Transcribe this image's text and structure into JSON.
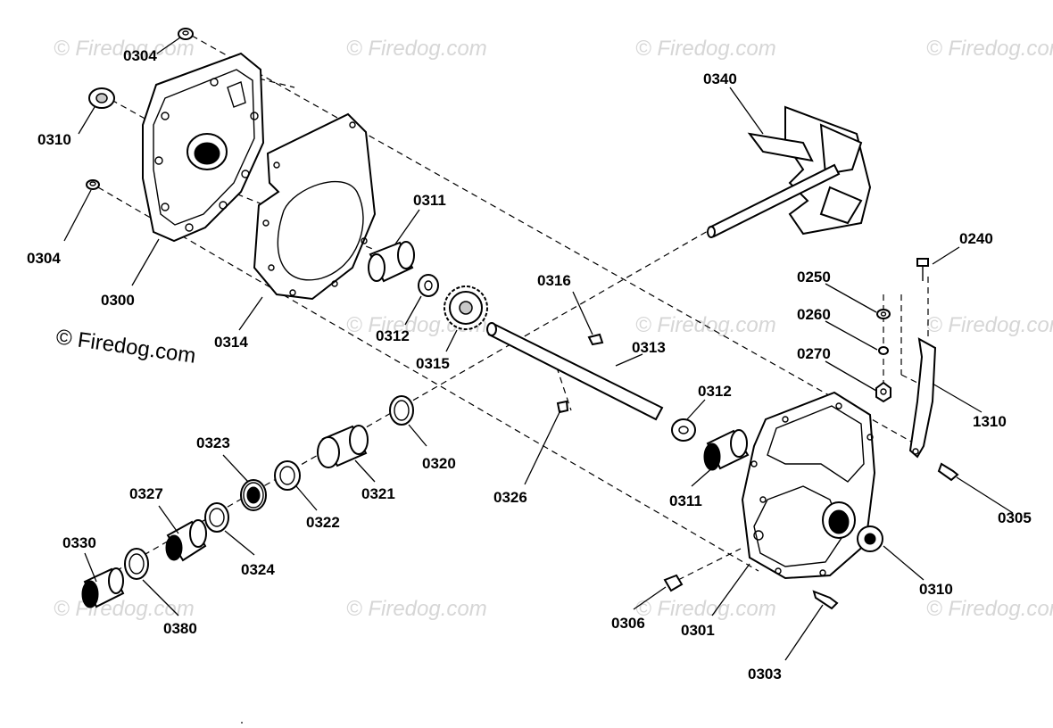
{
  "watermark": "© Firedog.com",
  "copyright": "© Firedog.com",
  "labels": {
    "p0304a": "0304",
    "p0310a": "0310",
    "p0304b": "0304",
    "p0300": "0300",
    "p0314": "0314",
    "p0311a": "0311",
    "p0312a": "0312",
    "p0315": "0315",
    "p0316": "0316",
    "p0313": "0313",
    "p0340": "0340",
    "p0240": "0240",
    "p0250": "0250",
    "p0260": "0260",
    "p0270": "0270",
    "p1310": "1310",
    "p0305": "0305",
    "p0312b": "0312",
    "p0311b": "0311",
    "p0326": "0326",
    "p0320": "0320",
    "p0321": "0321",
    "p0322": "0322",
    "p0323": "0323",
    "p0324": "0324",
    "p0327": "0327",
    "p0330": "0330",
    "p0380": "0380",
    "p0310b": "0310",
    "p0306": "0306",
    "p0301": "0301",
    "p0303": "0303"
  }
}
